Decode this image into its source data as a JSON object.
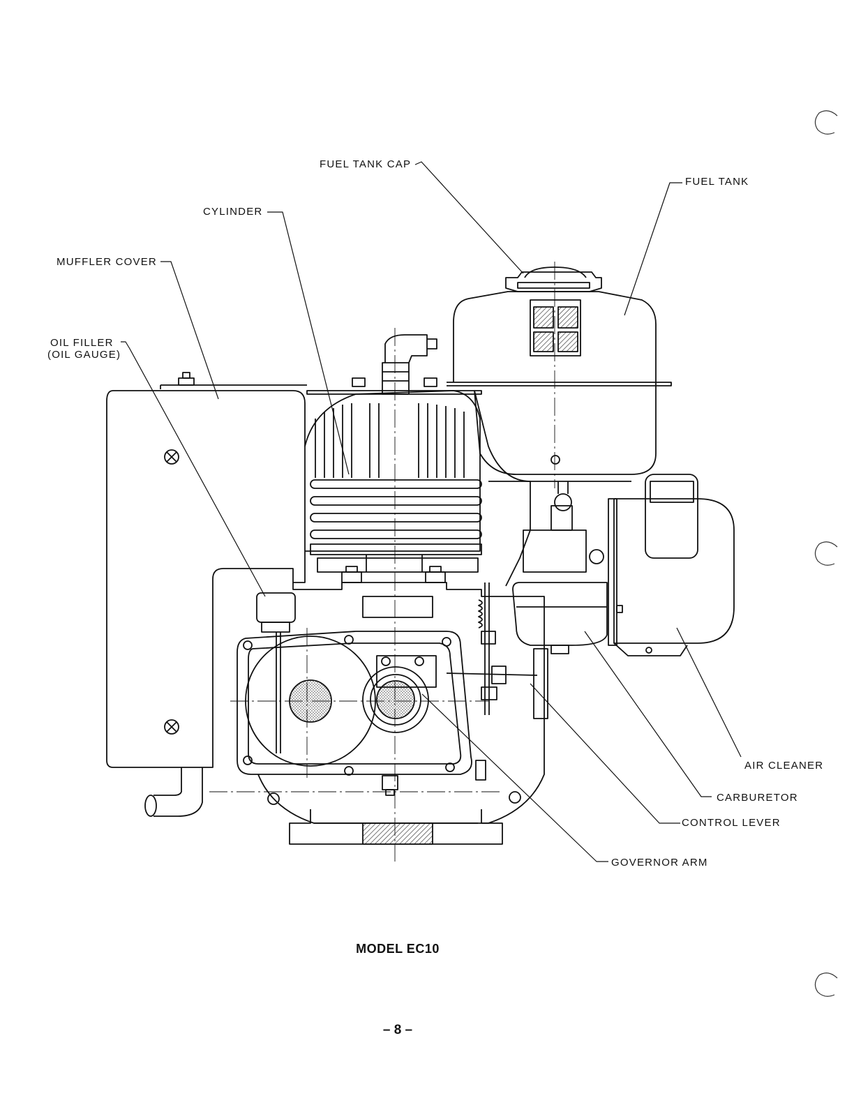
{
  "labels": {
    "fuel_tank_cap": "FUEL TANK CAP",
    "fuel_tank": "FUEL TANK",
    "cylinder": "CYLINDER",
    "muffler_cover": "MUFFLER COVER",
    "oil_filler": "OIL FILLER",
    "oil_gauge": "(OIL GAUGE)",
    "air_cleaner": "AIR CLEANER",
    "carburetor": "CARBURETOR",
    "control_lever": "CONTROL LEVER",
    "governor_arm": "GOVERNOR ARM"
  },
  "caption": "MODEL EC10",
  "page_number": "– 8 –",
  "colors": {
    "ink": "#111111",
    "hatch": "#9a9a9a",
    "paper": "#ffffff"
  }
}
